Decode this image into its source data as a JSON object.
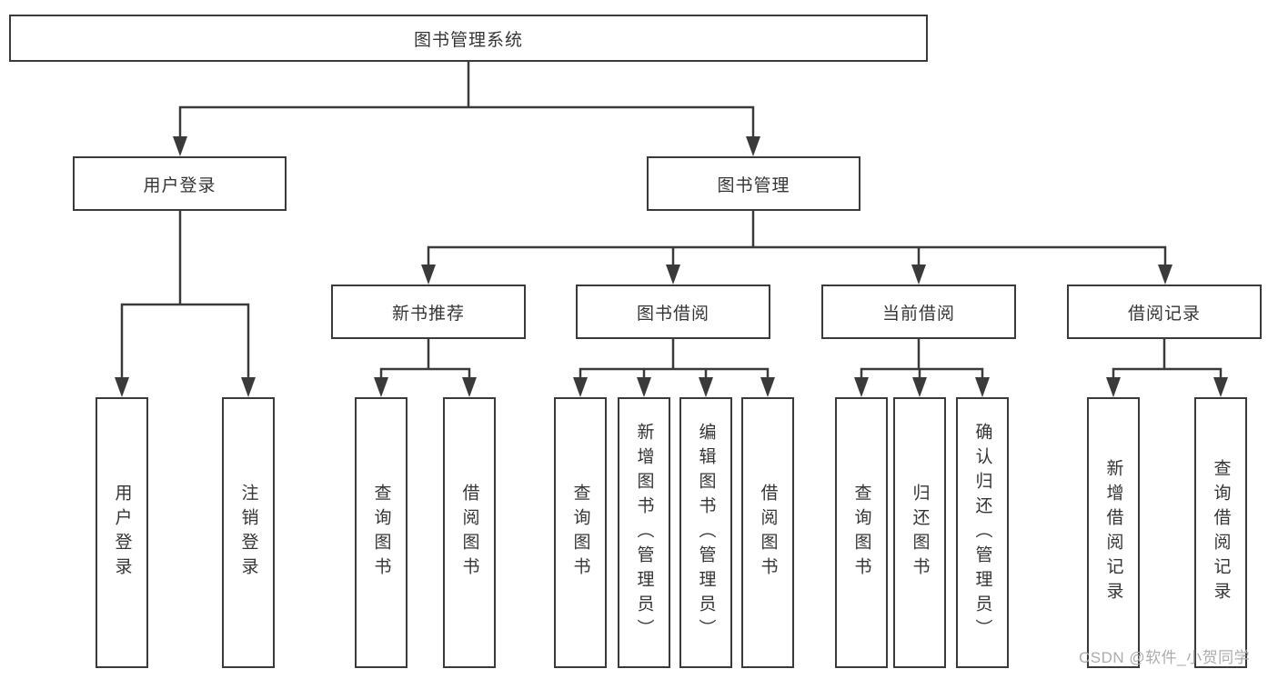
{
  "diagram": {
    "root": "图书管理系统",
    "branches": [
      {
        "label": "用户登录",
        "children": [
          "用户登录",
          "注销登录"
        ]
      },
      {
        "label": "图书管理",
        "children": [
          {
            "label": "新书推荐",
            "children": [
              "查询图书",
              "借阅图书"
            ]
          },
          {
            "label": "图书借阅",
            "children": [
              "查询图书",
              "新增图书（管理员）",
              "编辑图书（管理员）",
              "借阅图书"
            ]
          },
          {
            "label": "当前借阅",
            "children": [
              "查询图书",
              "归还图书",
              "确认归还（管理员）"
            ]
          },
          {
            "label": "借阅记录",
            "children": [
              "新增借阅记录",
              "查询借阅记录"
            ]
          }
        ]
      }
    ]
  },
  "watermark": {
    "text": "CSDN @软件_小贺同学"
  },
  "colors": {
    "line": "#3a3a3a",
    "box_border": "#3a3a3a",
    "box_fill": "#ffffff",
    "text": "#353535",
    "watermark_text": "#acacac",
    "background": "#ffffff"
  }
}
